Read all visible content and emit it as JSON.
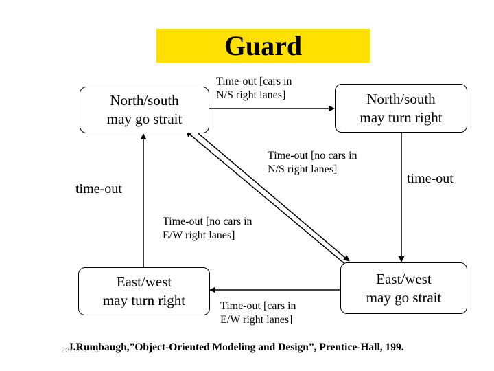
{
  "title": "Guard",
  "states": {
    "ns_straight": "North/south\nmay go strait",
    "ns_right": "North/south\nmay turn right",
    "ew_right": "East/west\nmay turn right",
    "ew_straight": "East/west\nmay go strait"
  },
  "transitions": {
    "to_ns_right": "Time-out [cars in\nN/S right lanes]",
    "ns_right_to_ew_straight": "time-out",
    "ew_straight_to_ns_straight": "Time-out [no cars in\nN/S right lanes]",
    "ns_straight_to_ew_straight": "Time-out [no cars in\nE/W right lanes]",
    "ew_straight_to_ew_right": "Time-out [cars in\nE/W right lanes]",
    "ew_right_to_ns_straight": "time-out"
  },
  "footer": {
    "date": "2022/12/13",
    "reference": "J.Rumbaugh,”Object-Oriented Modeling and Design”, Prentice-Hall, 199."
  },
  "colors": {
    "title_background": "#ffe000",
    "lines": "#000000"
  }
}
